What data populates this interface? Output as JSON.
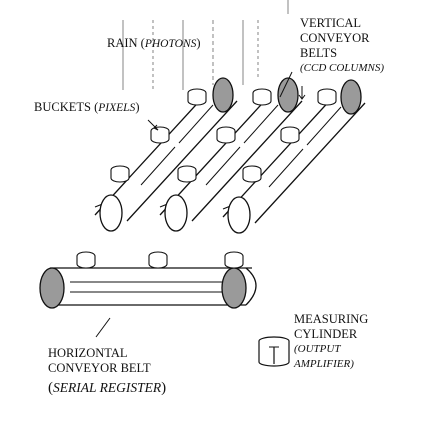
{
  "labels": {
    "rain": "RAIN (",
    "rain_italic": "PHOTONS",
    "rain_close": ")",
    "buckets": "BUCKETS (",
    "buckets_italic": "PIXELS",
    "buckets_close": ")",
    "vertical_line1": "VERTICAL",
    "vertical_line2": "CONVEYOR",
    "vertical_line3": "BELTS",
    "vertical_line4": "(CCD COLUMNS)",
    "horizontal_line1": "HORIZONTAL",
    "horizontal_line2": "CONVEYOR BELT",
    "horizontal_line3_open": "(",
    "horizontal_line3_italic": "SERIAL REGISTER",
    "horizontal_line3_close": ")",
    "measuring_line1": "MEASURING",
    "measuring_line2": "CYLINDER",
    "measuring_line3": "(OUTPUT",
    "measuring_line4": "AMPLIFIER)"
  },
  "colors": {
    "ink": "#111111",
    "roller_end_fill": "#9a9a9a",
    "paper": "#ffffff"
  }
}
